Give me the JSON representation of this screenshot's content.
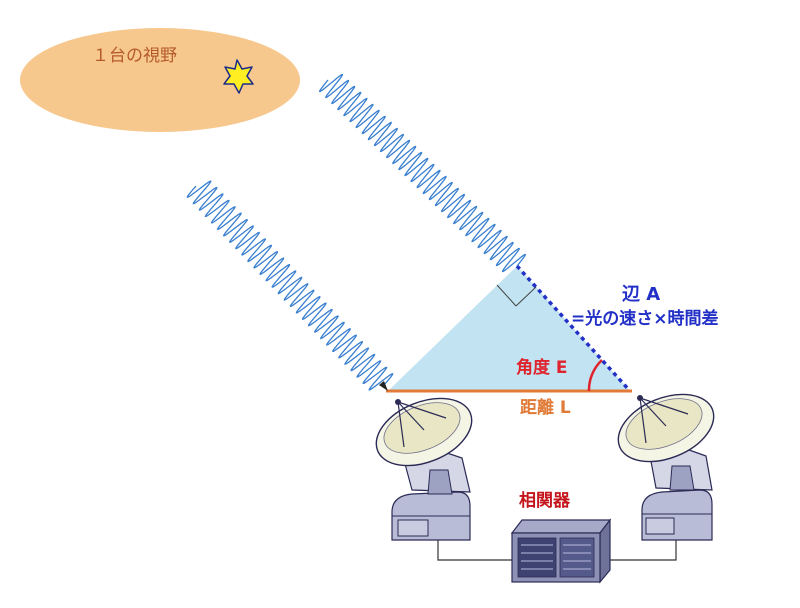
{
  "labels": {
    "field_of_view": "１台の視野",
    "side_a_title": "辺 A",
    "side_a_formula": "=光の速さ×時間差",
    "angle": "角度 E",
    "distance": "距離 L",
    "correlator": "相関器"
  },
  "colors": {
    "fov_ellipse": "#f7c88e",
    "fov_text": "#b45a2a",
    "star": "#ffee22",
    "wave": "#3a7fd0",
    "triangle_fill": "#c2e3f1",
    "side_a": "#2230c8",
    "angle": "#e0242e",
    "distance": "#e07a36",
    "correlator_text": "#c4151c",
    "antenna_body": "#b9bcd6"
  }
}
